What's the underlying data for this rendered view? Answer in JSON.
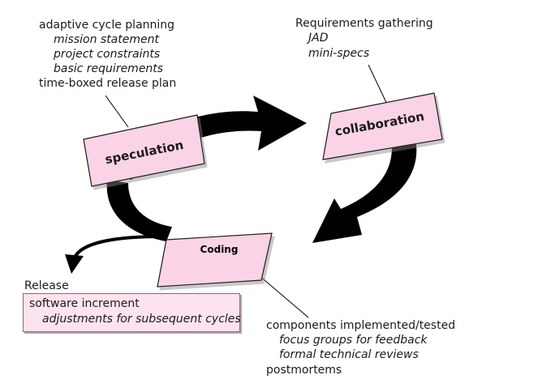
{
  "phases": {
    "speculation": "speculation",
    "collaboration": "collaboration",
    "coding": "Coding"
  },
  "speculation_notes": {
    "title": "adaptive cycle planning",
    "items": [
      "mission statement",
      "project constraints",
      "basic requirements"
    ],
    "footer": "time-boxed release plan"
  },
  "collaboration_notes": {
    "title": "Requirements gathering",
    "items": [
      "JAD",
      "mini-specs"
    ]
  },
  "coding_notes": {
    "title": "components implemented/tested",
    "items": [
      "focus groups for feedback",
      "formal technical reviews"
    ],
    "footer": "postmortems"
  },
  "release": {
    "title": "Release",
    "line1": "software increment",
    "line2": "adjustments for subsequent cycles"
  },
  "colors": {
    "box_fill": "#fbd3e6",
    "arrow": "#000000",
    "release_box_fill": "#fde3ef"
  }
}
